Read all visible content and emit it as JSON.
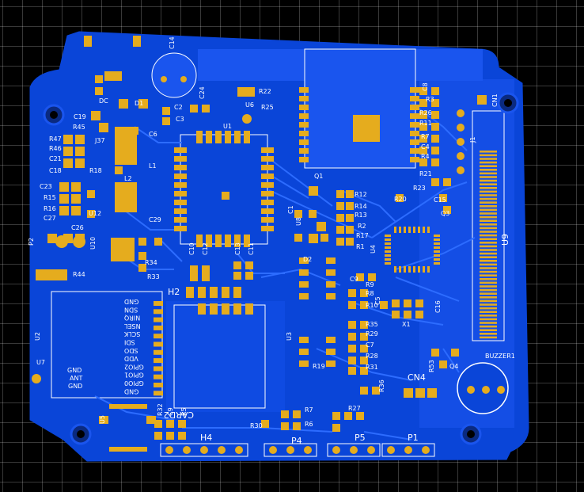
{
  "colors": {
    "board": "#0a45d8",
    "copper": "#1a5cf2",
    "pad": "#e5ac1e",
    "silk": "#ffffff",
    "trace": "#2d6cff"
  },
  "labels": {
    "c14": "C14",
    "dc": "DC",
    "d1": "D1",
    "c2": "C2",
    "c3": "C3",
    "c24": "C24",
    "r22": "R22",
    "r25": "R25",
    "u6": "U6",
    "u1": "U1",
    "c19": "C19",
    "r45": "R45",
    "r47": "R47",
    "r46": "R46",
    "c6": "C6",
    "c21": "C21",
    "j37": "J37",
    "c18": "C18",
    "r18": "R18",
    "l1": "L1",
    "c23": "C23",
    "r15": "R15",
    "r16": "R16",
    "c27": "C27",
    "l2": "L2",
    "u12": "U12",
    "c26": "C26",
    "c29": "C29",
    "p2": "P2",
    "u10": "U10",
    "r34": "R34",
    "r44": "R44",
    "r33": "R33",
    "c10": "C10",
    "c12": "C12",
    "c13": "C13",
    "c11": "C11",
    "h2": "H2",
    "q1": "Q1",
    "c1": "C1",
    "u8": "U8",
    "d2": "D2",
    "r12": "R12",
    "r14": "R14",
    "r13": "R13",
    "r2": "R2",
    "r17": "R17",
    "r1": "R1",
    "r20": "R20",
    "q3": "Q3",
    "r23": "R23",
    "r21": "R21",
    "u4": "U4",
    "c8": "C8",
    "r3": "R3",
    "r26": "R26",
    "r11": "R11",
    "r7": "R7",
    "c4": "C4",
    "r4": "R4",
    "j1": "J1",
    "cn1": "CN1",
    "u9": "U9",
    "c15": "C15",
    "c9": "C9",
    "r9": "R9",
    "r8": "R8",
    "r10": "R10",
    "c5": "C5",
    "c16": "C16",
    "x1": "X1",
    "r35": "R35",
    "r29": "R29",
    "c7": "C7",
    "r28": "R28",
    "r31": "R31",
    "u3": "U3",
    "r19": "R19",
    "r53": "R53",
    "q4": "Q4",
    "buzzer": "BUZZER1",
    "cn4": "CN4",
    "r36": "R36",
    "r27": "R27",
    "u2": "U2",
    "u7": "U7",
    "ant_gnd1": "GND",
    "ant": "ANT",
    "ant_gnd2": "GND",
    "card2": "CARD2",
    "r32": "R32",
    "c9b": "C9",
    "r5": "R5",
    "u5": "U5",
    "h4": "H4",
    "p4": "P4",
    "p5": "P5",
    "p1": "P1",
    "r30": "R30",
    "r7b": "R7",
    "r6": "R6"
  },
  "lora_pins": [
    "GND",
    "SDN",
    "NIRQ",
    "NSEL",
    "SCLK",
    "SDI",
    "SDO",
    "VDD",
    "GPIO2",
    "GPIO1",
    "GPIO0",
    "GND"
  ]
}
